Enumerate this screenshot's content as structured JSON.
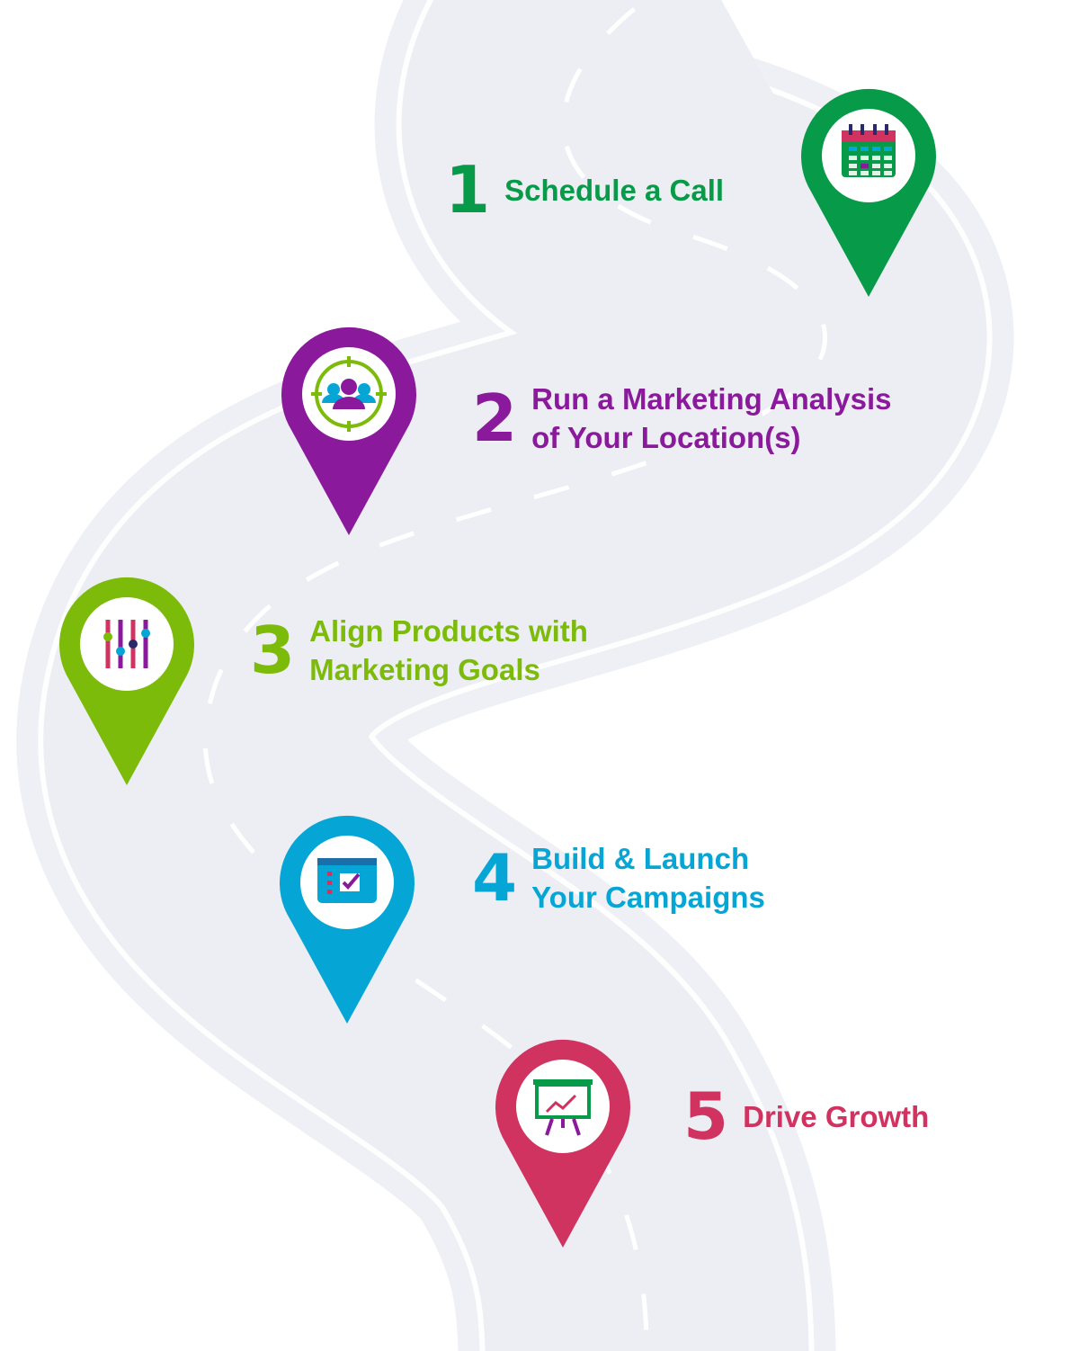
{
  "steps": [
    {
      "number": "1",
      "label_lines": [
        "Schedule a Call"
      ],
      "icon": "calendar-icon",
      "color": "#079a48"
    },
    {
      "number": "2",
      "label_lines": [
        "Run a Marketing Analysis",
        "of Your Location(s)"
      ],
      "icon": "target-audience-icon",
      "color": "#8a1a9b"
    },
    {
      "number": "3",
      "label_lines": [
        "Align Products with",
        "Marketing Goals"
      ],
      "icon": "sliders-icon",
      "color": "#7dbb0b"
    },
    {
      "number": "4",
      "label_lines": [
        "Build & Launch",
        "Your Campaigns"
      ],
      "icon": "browser-checklist-icon",
      "color": "#05a6d6"
    },
    {
      "number": "5",
      "label_lines": [
        "Drive Growth"
      ],
      "icon": "presentation-chart-icon",
      "color": "#d0335f"
    }
  ]
}
